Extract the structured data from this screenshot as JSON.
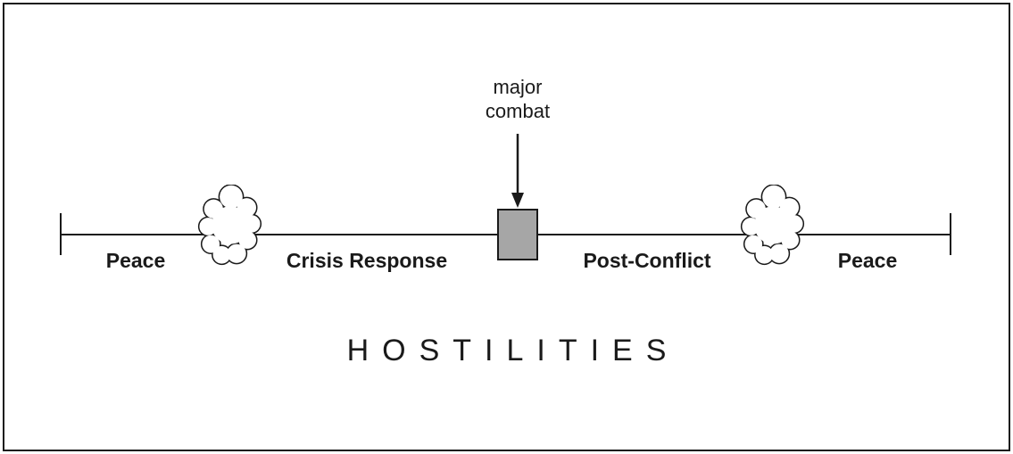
{
  "diagram": {
    "annotation": {
      "line1": "major",
      "line2": "combat"
    },
    "phases": [
      {
        "label": "Peace"
      },
      {
        "label": "Crisis Response"
      },
      {
        "label": "Post-Conflict"
      },
      {
        "label": "Peace"
      }
    ],
    "hostilities_label": "HOSTILITIES",
    "colors": {
      "line": "#1a1a1a",
      "combat_box_fill": "#a6a6a6"
    }
  }
}
